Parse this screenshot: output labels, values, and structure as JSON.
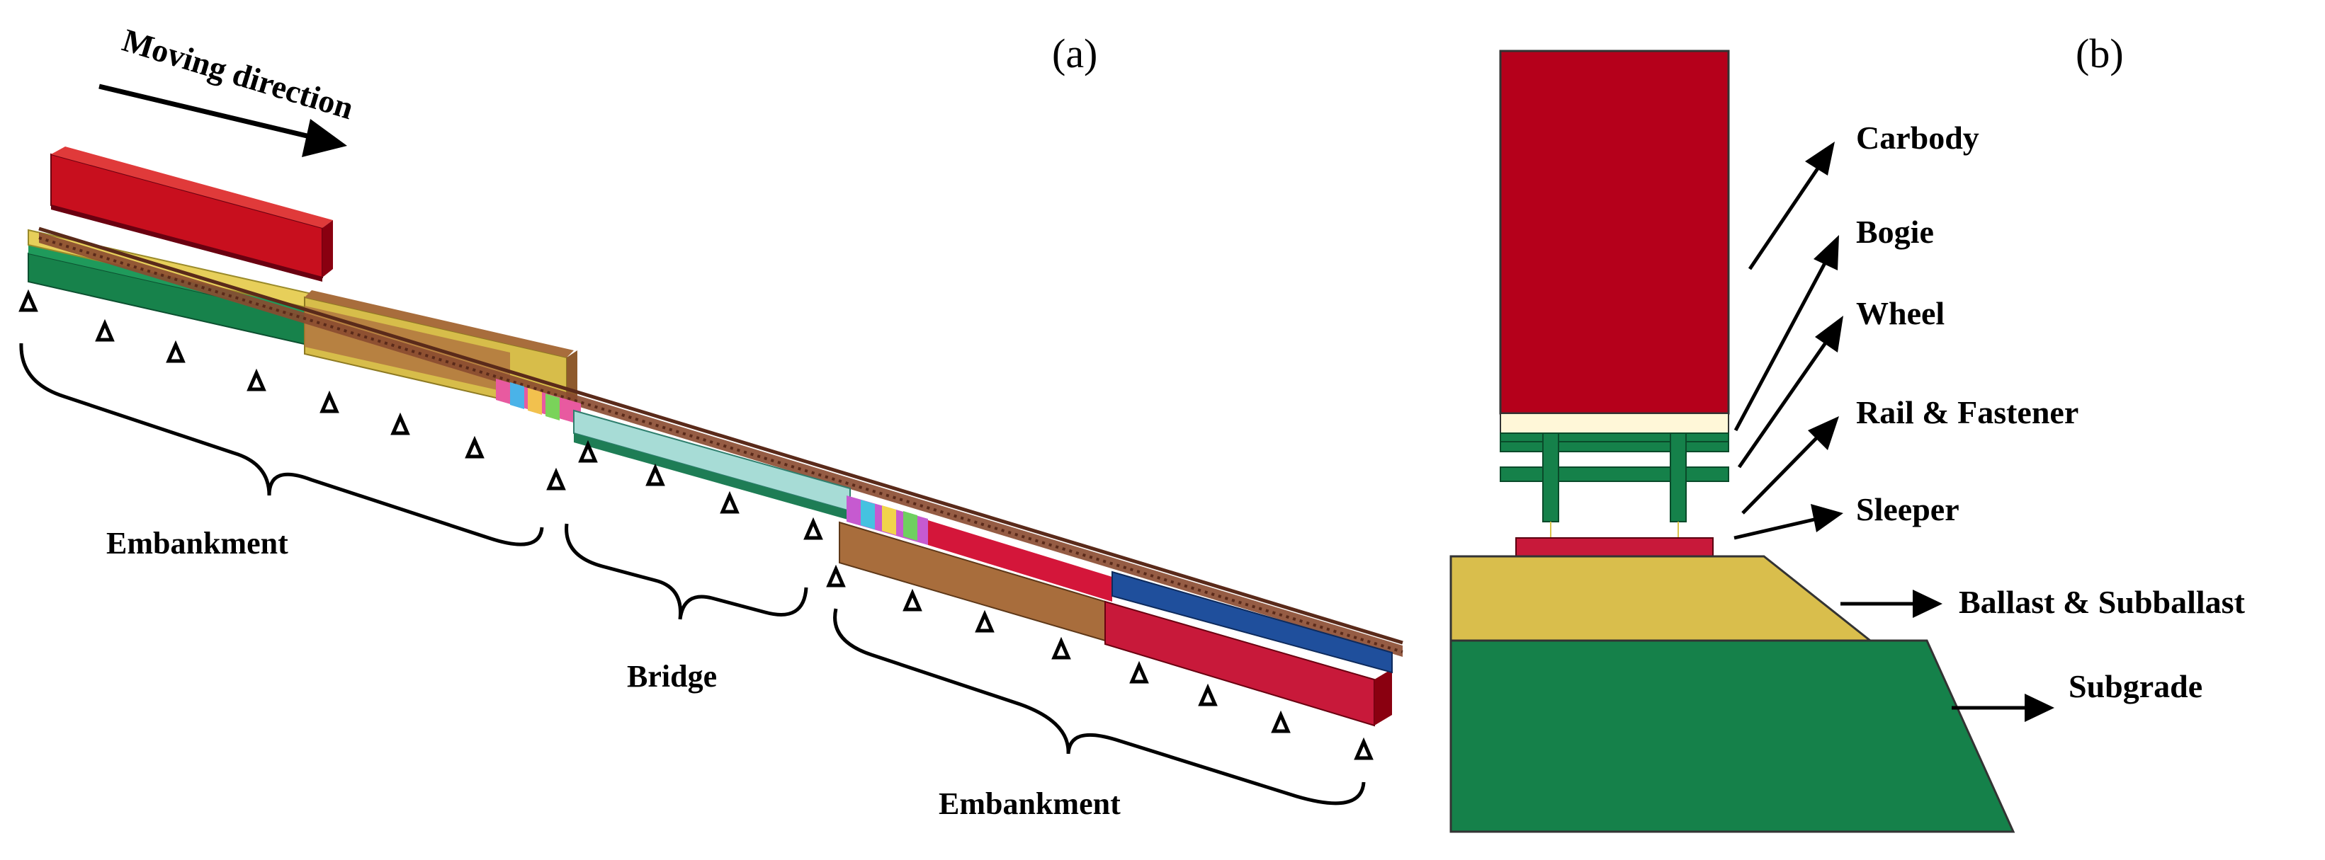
{
  "panel_a": {
    "panel_label": "(a)",
    "moving_direction": "Moving direction",
    "section_labels": {
      "embankment_left": "Embankment",
      "bridge": "Bridge",
      "embankment_right": "Embankment"
    },
    "support_symbol": "Δ"
  },
  "panel_b": {
    "panel_label": "(b)",
    "components": {
      "carbody": "Carbody",
      "bogie": "Bogie",
      "wheel": "Wheel",
      "rail_fastener": "Rail & Fastener",
      "sleeper": "Sleeper",
      "ballast": "Ballast & Subballast",
      "subgrade": "Subgrade"
    }
  },
  "colors": {
    "carbody": "#b5001b",
    "ballast": "#d9be4c",
    "subgrade": "#15814a",
    "bogie": "#15814a",
    "sleeper": "#c8193a",
    "brown_block": "#a66b3c",
    "blue_block": "#1f4f9c",
    "bridge_deck": "#9fd6d6"
  }
}
